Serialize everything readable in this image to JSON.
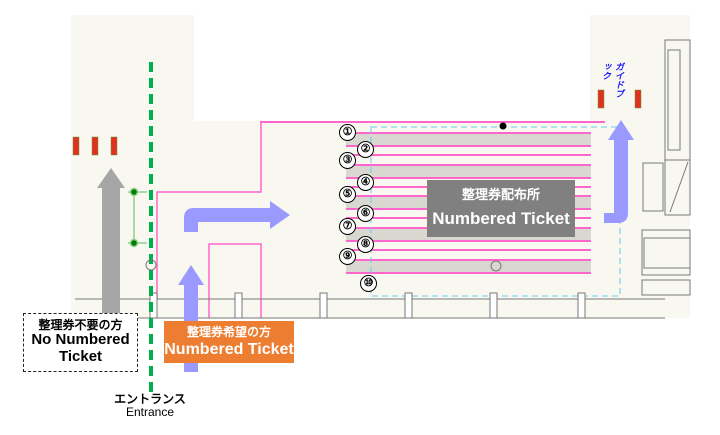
{
  "map": {
    "title": "Numbered ticket distribution floor map",
    "station_label": {
      "jp": "整理券配布所",
      "en": "Numbered Ticket"
    },
    "want_ticket_label": {
      "jp": "整理券希望の方",
      "en": "Numbered Ticket"
    },
    "no_ticket_label": {
      "jp": "整理券不要の方",
      "en": "No Numbered Ticket"
    },
    "entrance_label": {
      "jp": "エントランス",
      "en": "Entrance"
    },
    "guidebook_label": "ガイドブック",
    "lane_numbers": [
      "①",
      "②",
      "③",
      "④",
      "⑤",
      "⑥",
      "⑦",
      "⑧",
      "⑨",
      "⑩"
    ],
    "colors": {
      "floor": "#f8f8f0",
      "queue_line": "#ff66cc",
      "lane_fill": "#d8d8d0",
      "flow_arrow": "#9999ff",
      "exit_arrow": "#a6a6a6",
      "entrance_line": "#00b050",
      "station": "#808080",
      "want_ticket": "#ed7d31",
      "door_marker": "#e0301e"
    }
  }
}
